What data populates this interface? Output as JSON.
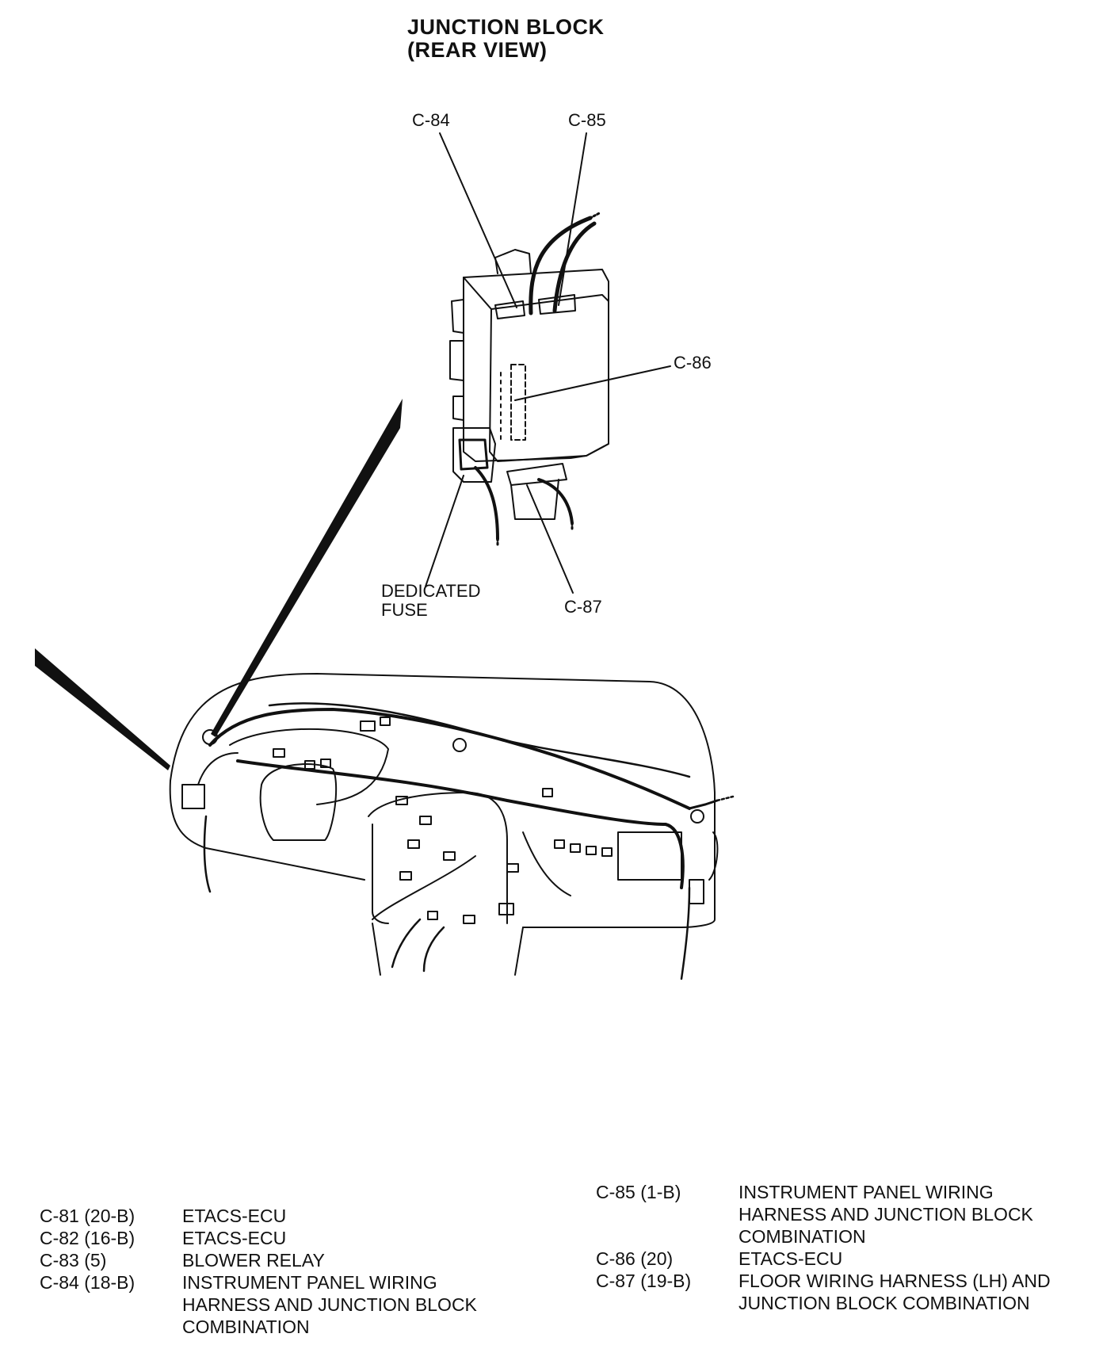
{
  "title": {
    "line1": "JUNCTION BLOCK",
    "line2": "(REAR VIEW)"
  },
  "callouts": {
    "c84": "C-84",
    "c85": "C-85",
    "c86": "C-86",
    "c87": "C-87",
    "dedicated_fuse_line1": "DEDICATED",
    "dedicated_fuse_line2": "FUSE"
  },
  "legend_left": [
    {
      "code": "C-81 (20-B)",
      "desc": [
        "ETACS-ECU"
      ]
    },
    {
      "code": "C-82 (16-B)",
      "desc": [
        "ETACS-ECU"
      ]
    },
    {
      "code": "C-83 (5)",
      "desc": [
        "BLOWER RELAY"
      ]
    },
    {
      "code": "C-84 (18-B)",
      "desc": [
        "INSTRUMENT PANEL WIRING",
        "HARNESS AND JUNCTION BLOCK",
        "COMBINATION"
      ]
    }
  ],
  "legend_right": [
    {
      "code": "C-85 (1-B)",
      "desc": [
        "INSTRUMENT PANEL WIRING",
        "HARNESS AND JUNCTION BLOCK",
        "COMBINATION"
      ]
    },
    {
      "code": "C-86 (20)",
      "desc": [
        "ETACS-ECU"
      ]
    },
    {
      "code": "C-87 (19-B)",
      "desc": [
        "FLOOR WIRING HARNESS (LH) AND",
        "JUNCTION BLOCK COMBINATION"
      ]
    }
  ]
}
